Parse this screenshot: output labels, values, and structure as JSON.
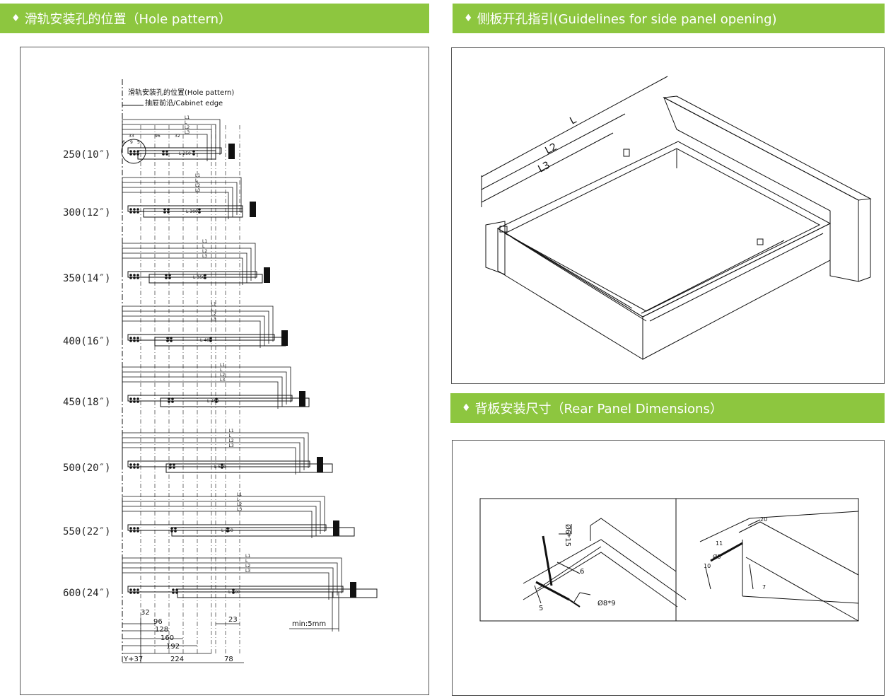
{
  "headers": {
    "hole_pattern": "滑轨安装孔的位置（Hole pattern）",
    "side_panel": "侧板开孔指引(Guidelines for side panel opening)",
    "rear_panel": "背板安装尺寸（Rear Panel Dimensions）",
    "bullet": "♦"
  },
  "colors": {
    "header_green": "#8dc63f",
    "line": "#111111"
  },
  "hole_pattern": {
    "caption_title": "滑轨安装孔的位置(Hole pattern)",
    "caption_edge": "抽屉前沿/Cabinet edge",
    "rows": [
      {
        "label": "250(10″)",
        "tag": "L-250"
      },
      {
        "label": "300(12″)",
        "tag": "L-300"
      },
      {
        "label": "350(14″)",
        "tag": "L-350"
      },
      {
        "label": "400(16″)",
        "tag": "L-400"
      },
      {
        "label": "450(18″)",
        "tag": "L-450"
      },
      {
        "label": "500(20″)",
        "tag": "L-500"
      },
      {
        "label": "550(22″)",
        "tag": "L-550"
      },
      {
        "label": "600(24″)",
        "tag": "L-600"
      }
    ],
    "lines": {
      "l1": "L1",
      "l": "L",
      "l2": "L2",
      "l3": "L3"
    },
    "first_dims": {
      "d33": "33",
      "d96": "96",
      "d32": "32",
      "d6": "6",
      "d9": "9",
      "d5": "5"
    },
    "bottom_dims": {
      "d32": "32",
      "d96": "96",
      "d128": "128",
      "d160": "160",
      "d192": "192",
      "d224": "224",
      "d78": "78",
      "d23": "23",
      "y37": "Y+37",
      "min": "min:5mm"
    }
  },
  "side_panel": {
    "l": "L",
    "l2": "L2",
    "l3": "L3"
  },
  "rear_panel": {
    "d6x15": "Ø6*15",
    "d6": "6",
    "d5": "5",
    "d8x9": "Ø8*9",
    "r20": "20",
    "r11": "11",
    "r8": "Ø8",
    "r10": "10",
    "r7": "7"
  }
}
